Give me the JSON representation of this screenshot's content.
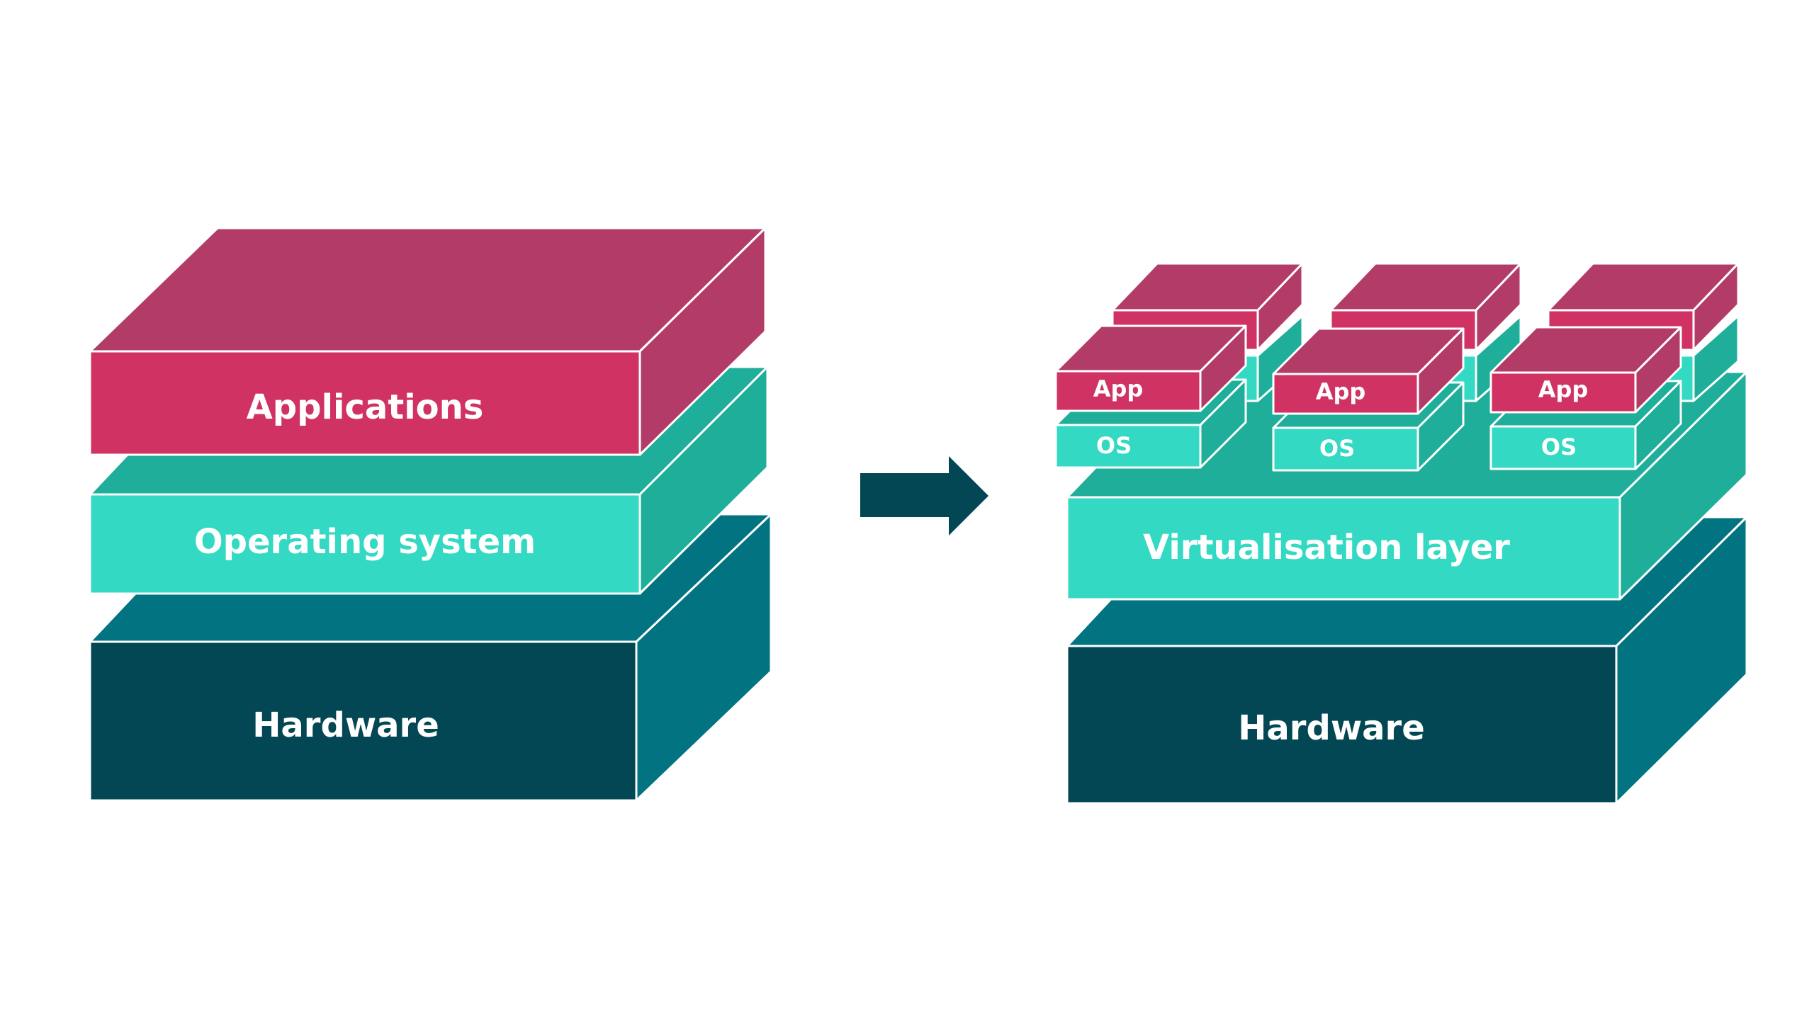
{
  "colors": {
    "background": "#ffffff",
    "edge": "#ffffff",
    "app_front": "#d03363",
    "app_top": "#b23c67",
    "app_side": "#b23c67",
    "os_front": "#33d9c3",
    "os_top": "#1fae9a",
    "os_side": "#1fae9a",
    "hw_front": "#024753",
    "hw_top": "#027380",
    "hw_side": "#027380",
    "arrow": "#024753"
  },
  "left_stack": {
    "applications": "Applications",
    "operating_system": "Operating system",
    "hardware": "Hardware"
  },
  "right_stack": {
    "virtualisation_layer": "Virtualisation layer",
    "hardware": "Hardware",
    "vms": [
      {
        "app": "App",
        "os": "OS"
      },
      {
        "app": "App",
        "os": "OS"
      },
      {
        "app": "App",
        "os": "OS"
      }
    ]
  },
  "arrow": {
    "icon": "right-arrow-icon"
  }
}
